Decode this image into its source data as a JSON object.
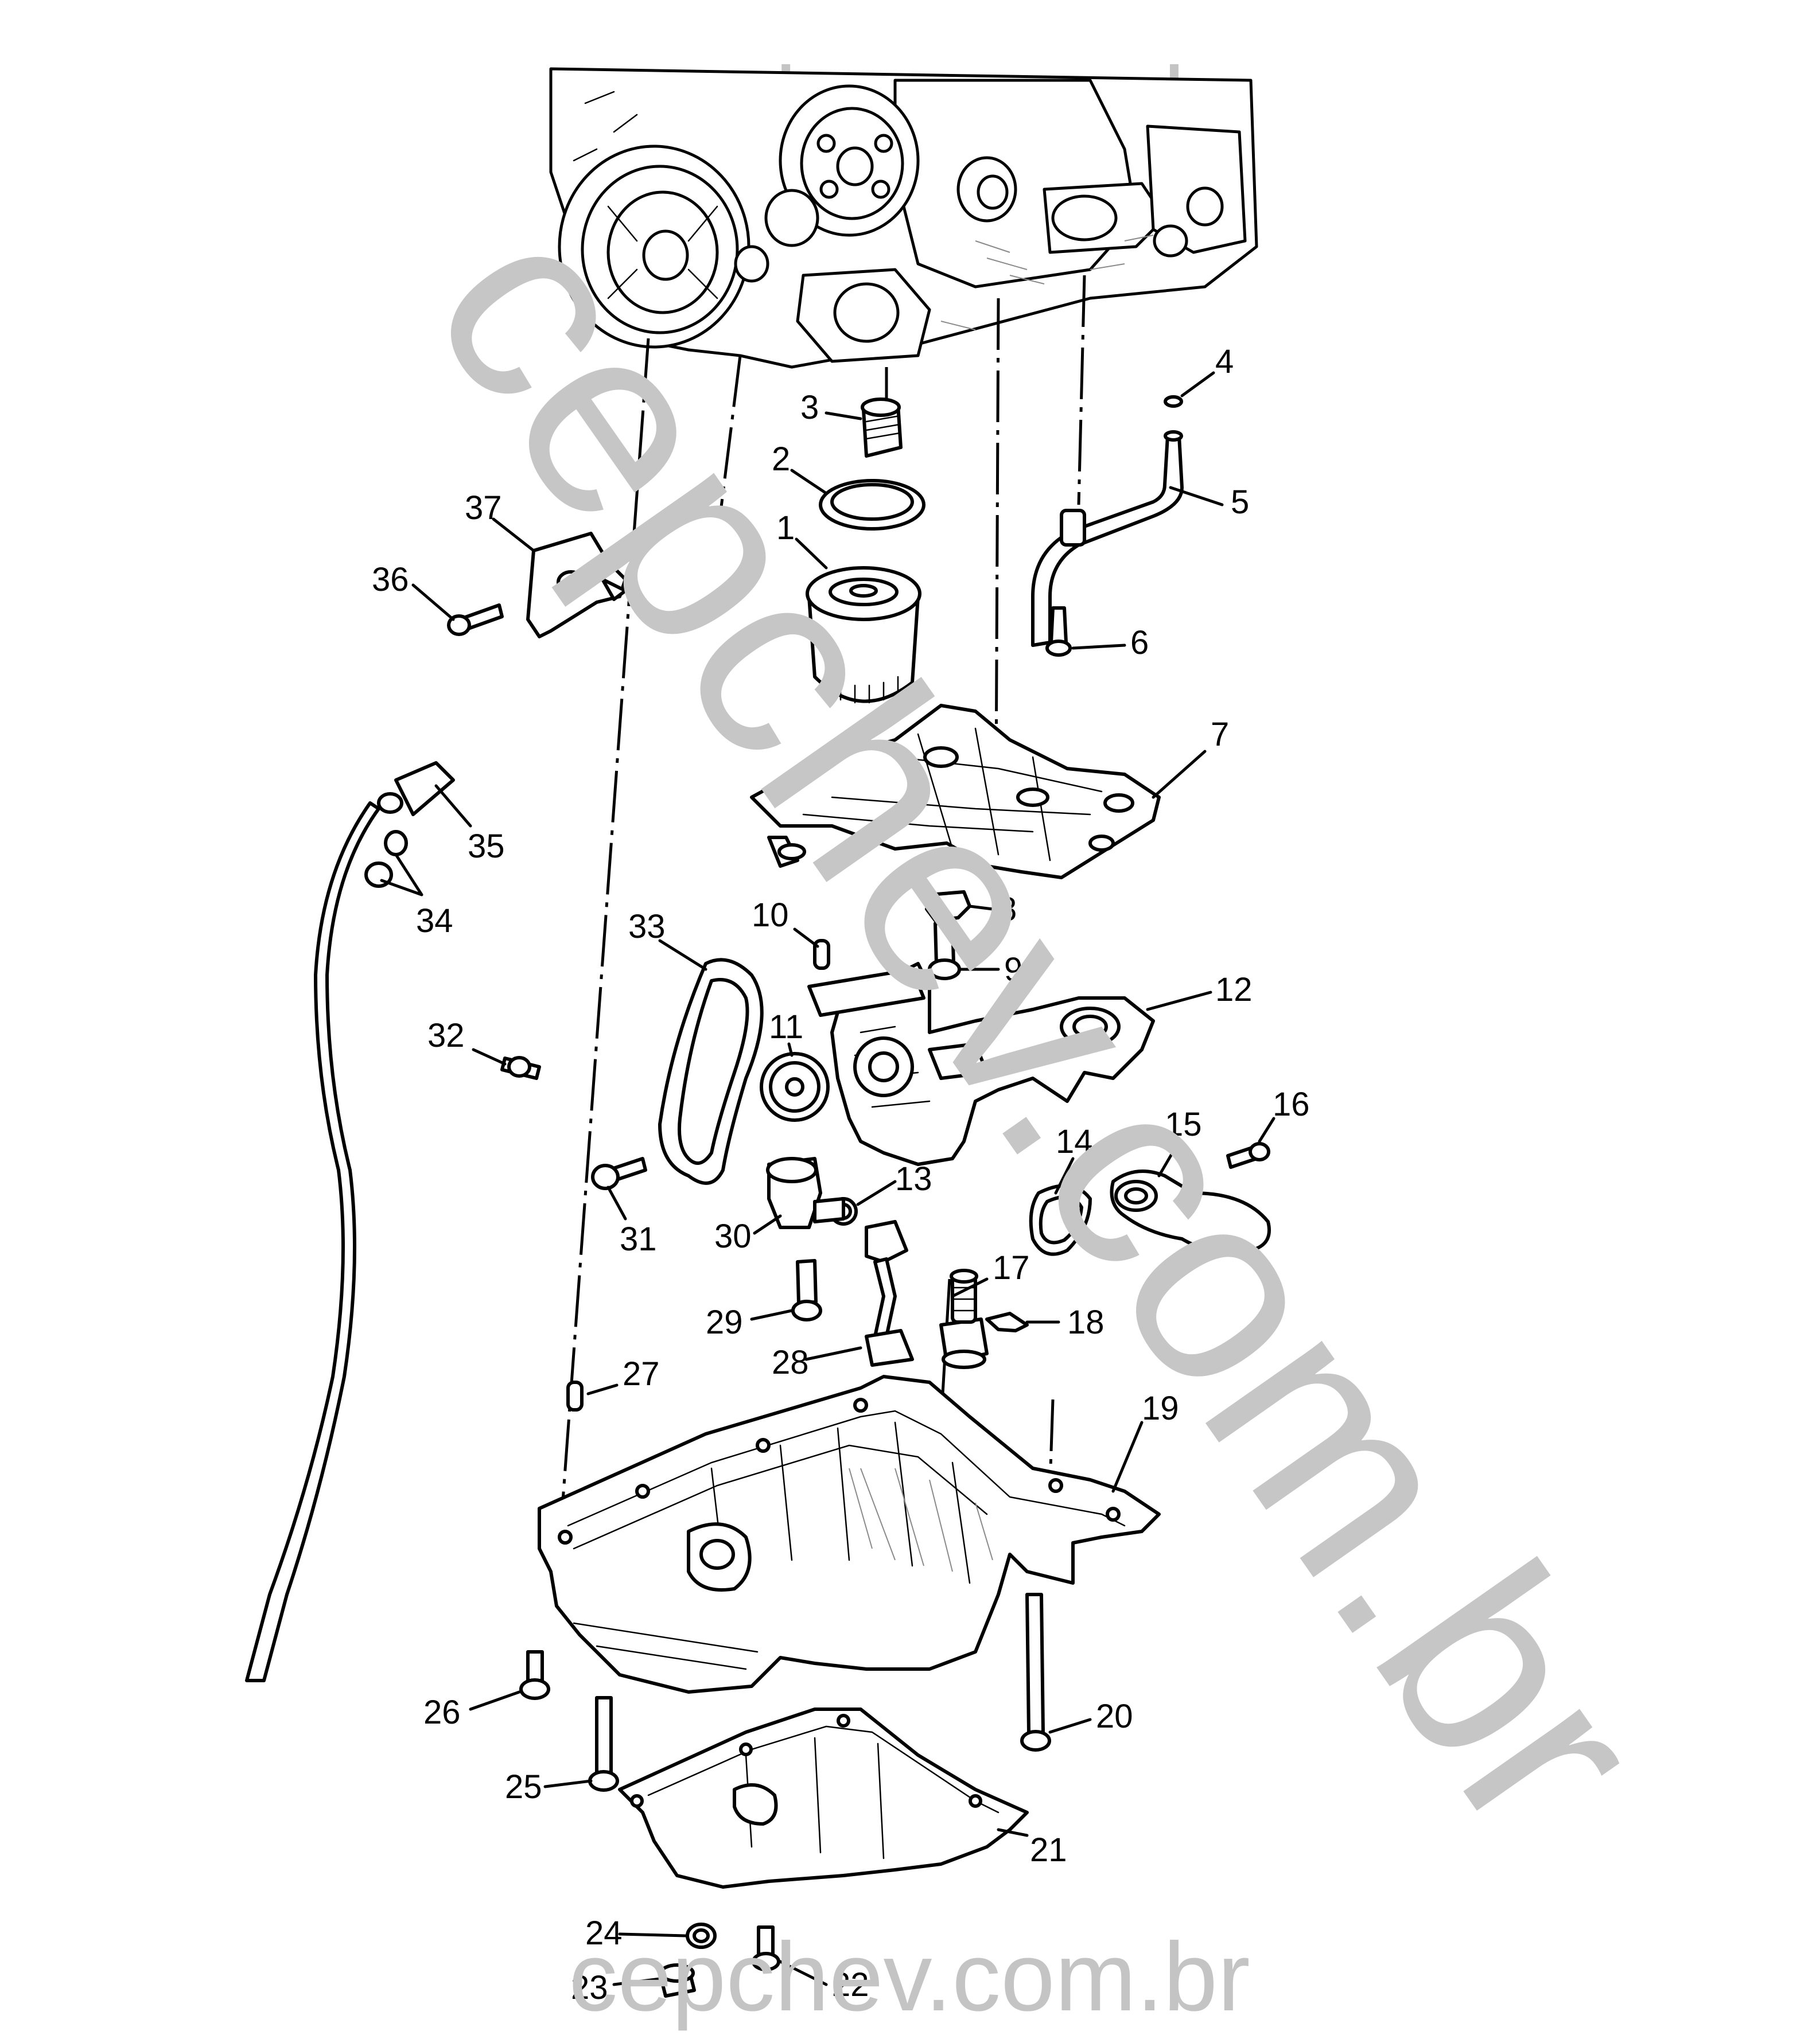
{
  "watermarks": {
    "top": "cepchev.com.br",
    "diagonal": "cepchev.com.br",
    "bottom": "cepchev.com.br"
  },
  "callouts": [
    {
      "id": "1",
      "label": "1"
    },
    {
      "id": "2",
      "label": "2"
    },
    {
      "id": "3",
      "label": "3"
    },
    {
      "id": "4",
      "label": "4"
    },
    {
      "id": "5",
      "label": "5"
    },
    {
      "id": "6",
      "label": "6"
    },
    {
      "id": "7",
      "label": "7"
    },
    {
      "id": "8",
      "label": "8"
    },
    {
      "id": "9",
      "label": "9"
    },
    {
      "id": "10",
      "label": "10"
    },
    {
      "id": "11",
      "label": "11"
    },
    {
      "id": "12",
      "label": "12"
    },
    {
      "id": "13",
      "label": "13"
    },
    {
      "id": "14",
      "label": "14"
    },
    {
      "id": "15",
      "label": "15"
    },
    {
      "id": "16",
      "label": "16"
    },
    {
      "id": "17",
      "label": "17"
    },
    {
      "id": "18",
      "label": "18"
    },
    {
      "id": "19",
      "label": "19"
    },
    {
      "id": "20",
      "label": "20"
    },
    {
      "id": "21",
      "label": "21"
    },
    {
      "id": "22",
      "label": "22"
    },
    {
      "id": "23",
      "label": "23"
    },
    {
      "id": "24",
      "label": "24"
    },
    {
      "id": "25",
      "label": "25"
    },
    {
      "id": "26",
      "label": "26"
    },
    {
      "id": "27",
      "label": "27"
    },
    {
      "id": "28",
      "label": "28"
    },
    {
      "id": "29",
      "label": "29"
    },
    {
      "id": "30",
      "label": "30"
    },
    {
      "id": "31",
      "label": "31"
    },
    {
      "id": "32",
      "label": "32"
    },
    {
      "id": "33",
      "label": "33"
    },
    {
      "id": "34",
      "label": "34"
    },
    {
      "id": "35",
      "label": "35"
    },
    {
      "id": "36",
      "label": "36"
    },
    {
      "id": "37",
      "label": "37"
    }
  ]
}
